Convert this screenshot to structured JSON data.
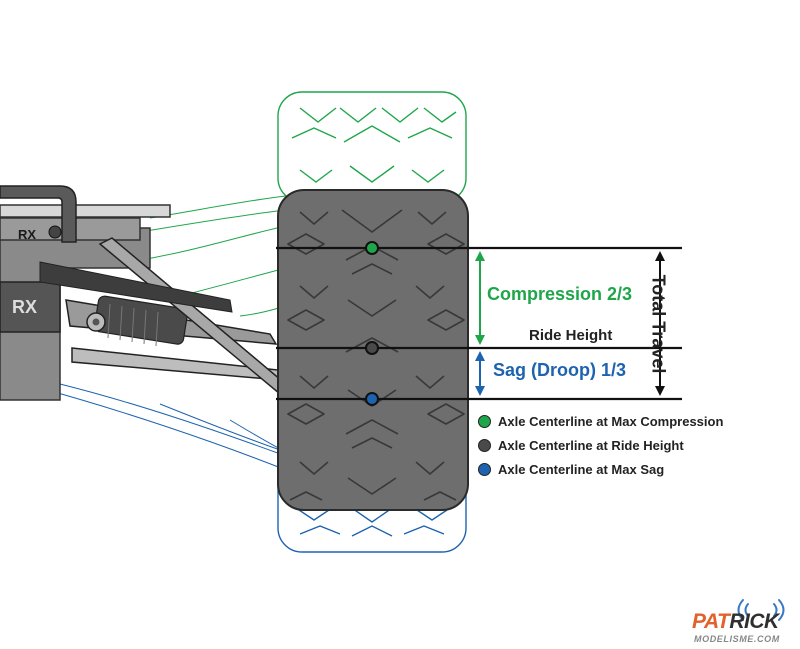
{
  "labels": {
    "compression": "Compression 2/3",
    "ride_height": "Ride Height",
    "sag": "Sag (Droop) 1/3",
    "total_travel": "Total Travel"
  },
  "legend": [
    {
      "text": "Axle Centerline at Max Compression",
      "color": "#1fa64a"
    },
    {
      "text": "Axle Centerline at Ride Height",
      "color": "#4a4a4a"
    },
    {
      "text": "Axle Centerline at Max Sag",
      "color": "#1e63b0"
    }
  ],
  "chassis_badge": "RX",
  "watermark": {
    "word_a": "PAT",
    "word_b": "RICK",
    "site": "MODELISME.COM"
  },
  "colors": {
    "compression": "#1fa64a",
    "ride_height": "#4a4a4a",
    "sag": "#1e63b0",
    "tire": "#6e6e6e",
    "line": "#111111",
    "logo_orange": "#e2622c"
  }
}
